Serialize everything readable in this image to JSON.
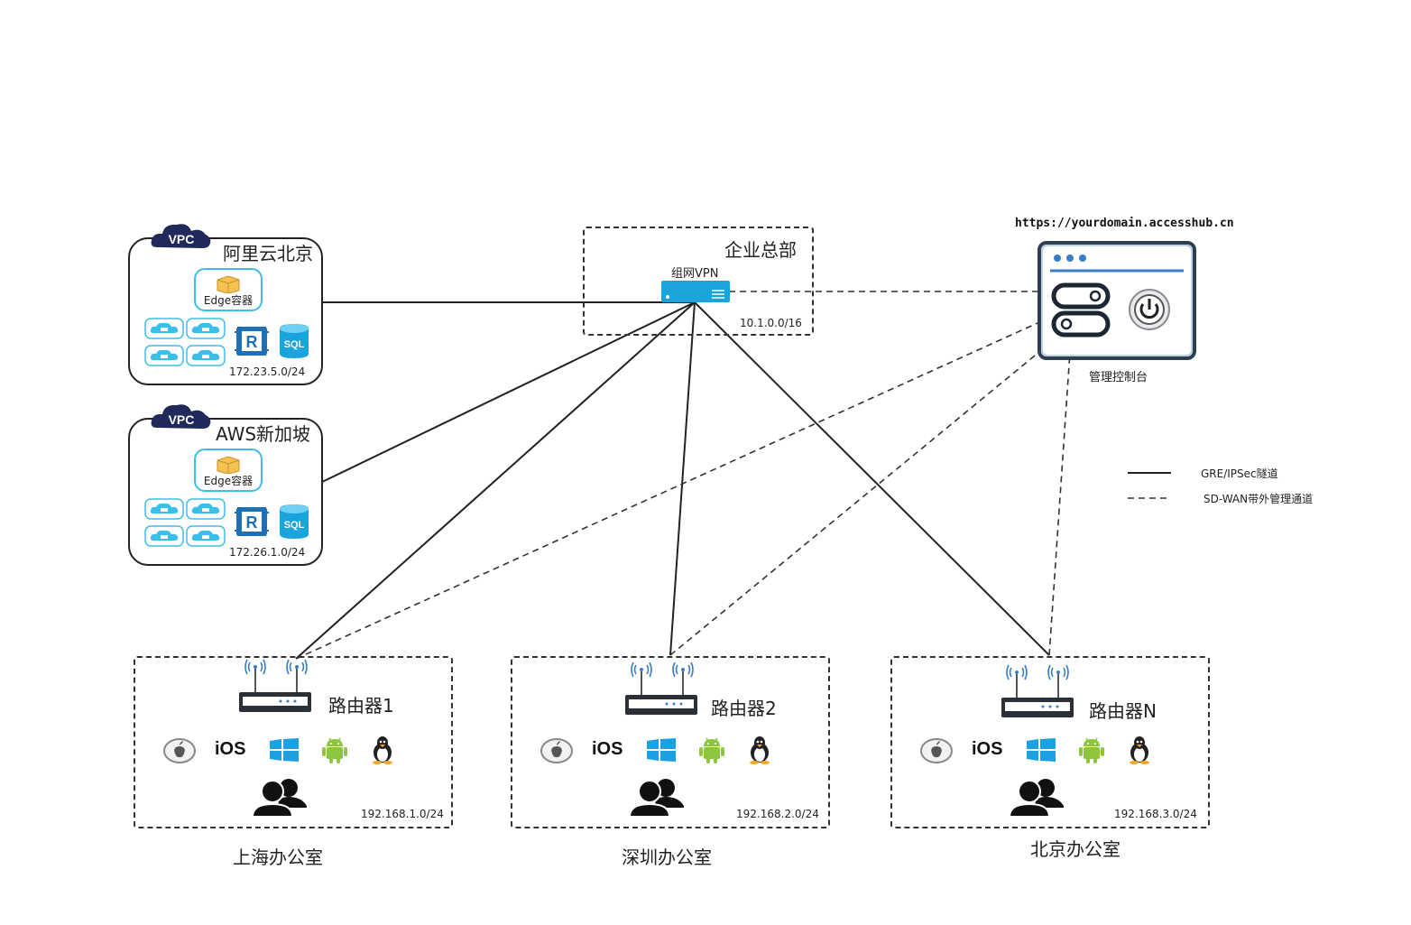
{
  "vpcs": [
    {
      "badge": "VPC",
      "title": "阿里云北京",
      "edge_label": "Edge容器",
      "cidr": "172.23.5.0/24",
      "db_label": "SQL",
      "chip_label": "R"
    },
    {
      "badge": "VPC",
      "title": "AWS新加坡",
      "edge_label": "Edge容器",
      "cidr": "172.26.1.0/24",
      "db_label": "SQL",
      "chip_label": "R"
    }
  ],
  "hq": {
    "title": "企业总部",
    "device_label": "组网VPN",
    "cidr": "10.1.0.0/16"
  },
  "console": {
    "url": "https://yourdomain.accesshub.cn",
    "label": "管理控制台"
  },
  "legend": {
    "solid": "GRE/IPSec隧道",
    "dashed": "SD-WAN带外管理通道"
  },
  "offices": [
    {
      "router": "路由器1",
      "cidr": "192.168.1.0/24",
      "name": "上海办公室",
      "ios": "iOS"
    },
    {
      "router": "路由器2",
      "cidr": "192.168.2.0/24",
      "name": "深圳办公室",
      "ios": "iOS"
    },
    {
      "router": "路由器N",
      "cidr": "192.168.3.0/24",
      "name": "北京办公室",
      "ios": "iOS"
    }
  ],
  "colors": {
    "accent": "#3bbfe8",
    "vpc_badge": "#1f2a5a",
    "chip": "#1f6fb5",
    "db": "#1aa3dd",
    "console_frame": "#2c3e50",
    "android": "#8cc63f",
    "windows": "#1ba1e2"
  },
  "icons": [
    "vpc-cloud-icon",
    "edge-container-icon",
    "cloud-node-icon",
    "chip-icon",
    "database-icon",
    "vpn-device-icon",
    "console-window-icon",
    "toggle-icon",
    "power-icon",
    "wifi-antenna-icon",
    "router-icon",
    "apple-icon",
    "windows-icon",
    "android-icon",
    "linux-icon",
    "users-icon"
  ]
}
